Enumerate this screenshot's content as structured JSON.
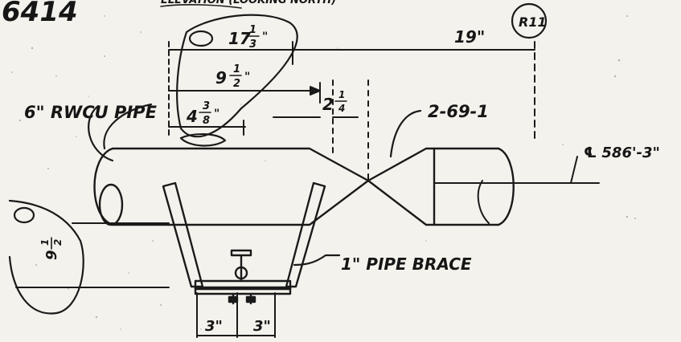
{
  "drawing": {
    "number_fragment": "6414",
    "view_title": "ELEVATION (LOOKING NORTH)",
    "revision": "R11",
    "pipe_label": "6\" RWCU PIPE",
    "brace_label": "1\" PIPE BRACE",
    "line_number": "2-69-1",
    "centerline_label": "℄ 586'-3\""
  },
  "dimensions": {
    "overall_17": {
      "whole": "17",
      "num": "1",
      "den": "3"
    },
    "dim_19": "19\"",
    "dim_9": {
      "whole": "9",
      "num": "1",
      "den": "2"
    },
    "dim_2": {
      "whole": "2",
      "num": "1",
      "den": "4"
    },
    "dim_4": {
      "whole": "4",
      "num": "3",
      "den": "8"
    },
    "dim_vertical_9": {
      "whole": "9",
      "num": "1",
      "den": "2"
    },
    "base_left": "3\"",
    "base_right": "3\""
  }
}
